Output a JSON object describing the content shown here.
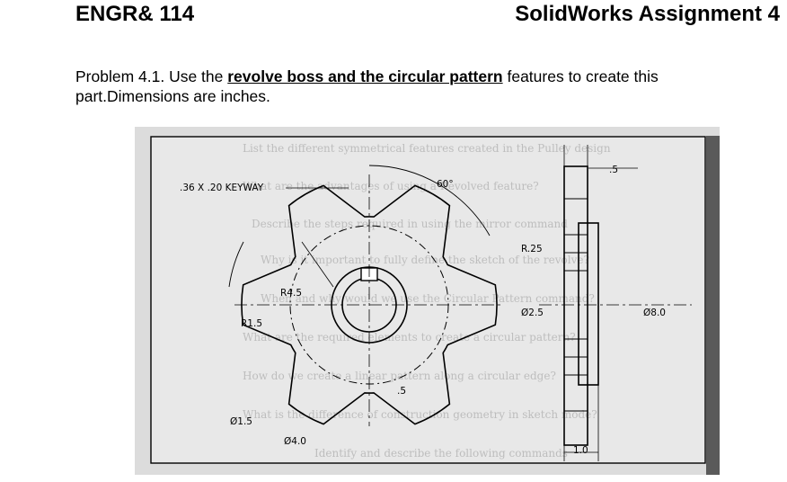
{
  "header": {
    "course": "ENGR& 114",
    "assignment": "SolidWorks Assignment 4"
  },
  "problem": {
    "prefix": "Problem 4.1.  Use the ",
    "emphasis": "revolve boss and the circular pattern",
    "suffix": " features to create this part.Dimensions are inches."
  },
  "drawing": {
    "keyway": ".36 X .20 KEYWAY",
    "angle": "60°",
    "r_slot": "R.25",
    "r_outer": "R4.5",
    "r_fillet": "R1.5",
    "dia_bore": "Ø2.5",
    "dia_hub": "Ø1.5",
    "dia_bolt": "Ø4.0",
    "dia_overall": "Ø8.0",
    "thickness": ".5",
    "hub_length": "1.0",
    "spoke_width": ".5",
    "ghost_lines": [
      "List the different symmetrical features created in the Pulley design",
      "What are the advantages of using a Revolved feature?",
      "Describe the steps required in using the mirror command",
      "Why is it important to fully define the sketch of the revolve?",
      "When and why would we use the Circular Pattern command?",
      "What are the required elements to create a circular pattern?",
      "How do we create a linear pattern along a circular edge?",
      "What is the difference of construction geometry in sketch mode?",
      "Identify and describe the following commands"
    ]
  }
}
